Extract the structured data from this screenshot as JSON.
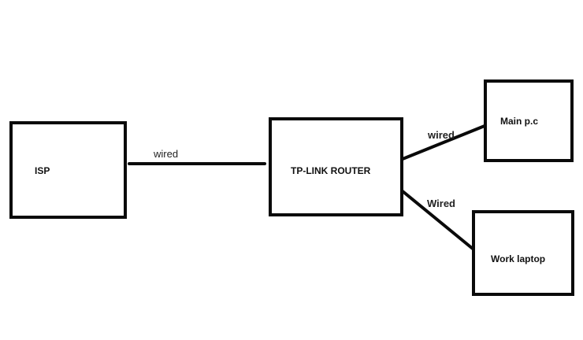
{
  "diagram": {
    "nodes": [
      {
        "id": "isp",
        "label": "ISP"
      },
      {
        "id": "router",
        "label": "TP-LINK ROUTER"
      },
      {
        "id": "main_pc",
        "label": "Main p.c"
      },
      {
        "id": "work_laptop",
        "label": "Work laptop"
      }
    ],
    "links": [
      {
        "id": "isp_router",
        "from": "isp",
        "to": "router",
        "label": "wired"
      },
      {
        "id": "router_main_pc",
        "from": "router",
        "to": "main_pc",
        "label": "wired"
      },
      {
        "id": "router_work_laptop",
        "from": "router",
        "to": "work_laptop",
        "label": "Wired"
      }
    ]
  },
  "colors": {
    "stroke": "#0a0a0a",
    "background": "#ffffff"
  }
}
